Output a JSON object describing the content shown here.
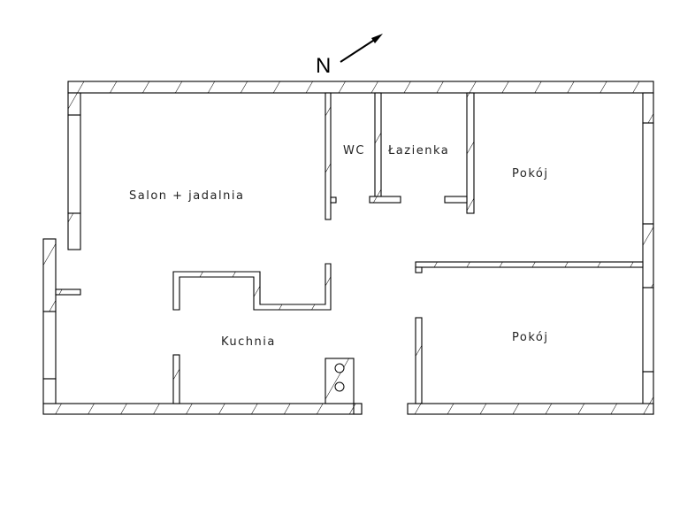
{
  "compass": {
    "label": "N"
  },
  "rooms": {
    "salon": "Salon + jadalnia",
    "wc": "WC",
    "lazienka": "Łazienka",
    "pokoj1": "Pokój",
    "kuchnia": "Kuchnia",
    "pokoj2": "Pokój"
  },
  "colors": {
    "line": "#000000",
    "background": "#ffffff"
  }
}
